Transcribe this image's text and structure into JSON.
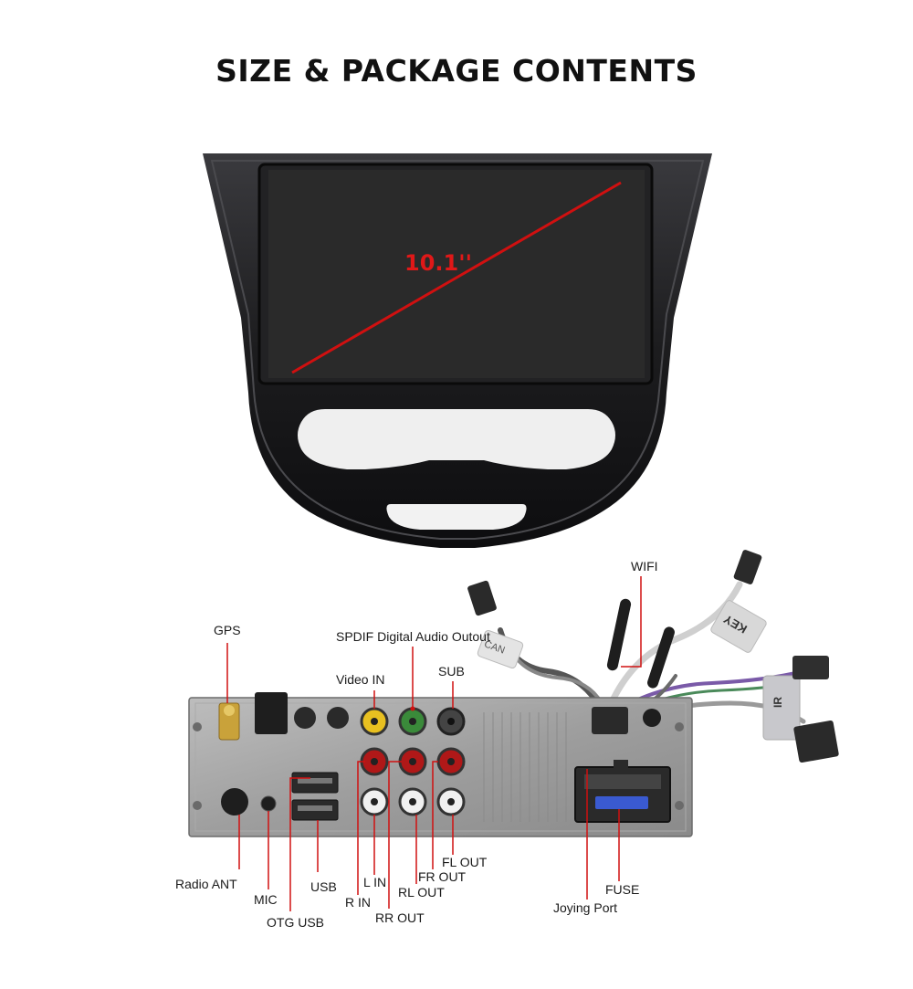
{
  "title": "SIZE & PACKAGE CONTENTS",
  "screen": {
    "size_label": "10.1''"
  },
  "connectors": {
    "wifi": "WIFI",
    "gps": "GPS",
    "spdif": "SPDIF Digital Audio Outout",
    "video_in": "Video IN",
    "sub": "SUB",
    "radio_ant": "Radio ANT",
    "mic": "MIC",
    "otg_usb": "OTG USB",
    "usb": "USB",
    "l_in": "L IN",
    "r_in": "R IN",
    "rr_out": "RR OUT",
    "rl_out": "RL OUT",
    "fr_out": "FR OUT",
    "fl_out": "FL OUT",
    "fuse": "FUSE",
    "joying_port": "Joying Port"
  },
  "cable_tags": {
    "can": "CAN",
    "key": "KEY",
    "ir": "IR"
  },
  "colors": {
    "pointer": "#d01010",
    "size_text": "#e01818",
    "bezel": "#1d1d1f",
    "screen": "#262626"
  }
}
